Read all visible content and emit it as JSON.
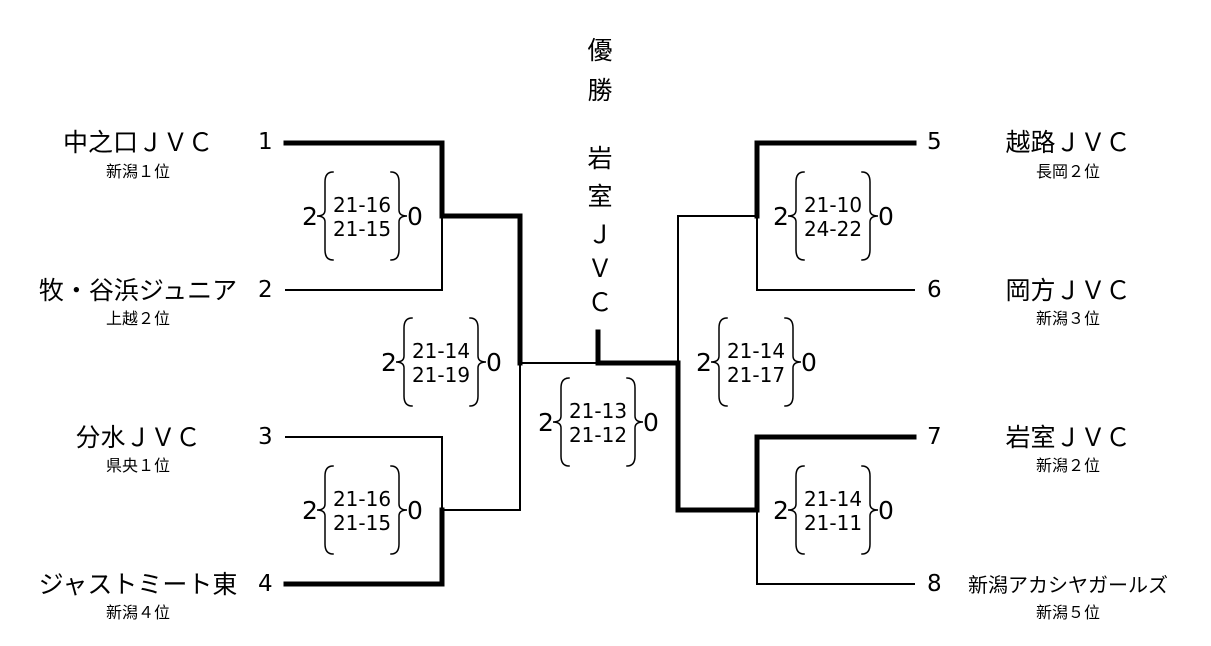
{
  "champion": {
    "label": [
      "優",
      "勝"
    ],
    "name": [
      "岩",
      "室",
      "Ｊ",
      "Ｖ",
      "Ｃ"
    ]
  },
  "teams": [
    {
      "seed": "1",
      "name": "中之口ＪＶＣ",
      "sub": "新潟１位"
    },
    {
      "seed": "2",
      "name": "牧・谷浜ジュニア",
      "sub": "上越２位"
    },
    {
      "seed": "3",
      "name": "分水ＪＶＣ",
      "sub": "県央１位"
    },
    {
      "seed": "4",
      "name": "ジャストミート東",
      "sub": "新潟４位"
    },
    {
      "seed": "5",
      "name": "越路ＪＶＣ",
      "sub": "長岡２位"
    },
    {
      "seed": "6",
      "name": "岡方ＪＶＣ",
      "sub": "新潟３位"
    },
    {
      "seed": "7",
      "name": "岩室ＪＶＣ",
      "sub": "新潟２位"
    },
    {
      "seed": "8",
      "name": "新潟アカシヤガールズ",
      "sub": "新潟５位"
    }
  ],
  "matches": [
    {
      "id": "L1",
      "winner_sets": "2",
      "loser_sets": "0",
      "sets": [
        "21-16",
        "21-15"
      ]
    },
    {
      "id": "L2",
      "winner_sets": "2",
      "loser_sets": "0",
      "sets": [
        "21-16",
        "21-15"
      ]
    },
    {
      "id": "LS",
      "winner_sets": "2",
      "loser_sets": "0",
      "sets": [
        "21-14",
        "21-19"
      ]
    },
    {
      "id": "R1",
      "winner_sets": "2",
      "loser_sets": "0",
      "sets": [
        "21-10",
        "24-22"
      ]
    },
    {
      "id": "R2",
      "winner_sets": "2",
      "loser_sets": "0",
      "sets": [
        "21-14",
        "21-11"
      ]
    },
    {
      "id": "RS",
      "winner_sets": "2",
      "loser_sets": "0",
      "sets": [
        "21-14",
        "21-17"
      ]
    },
    {
      "id": "F",
      "winner_sets": "2",
      "loser_sets": "0",
      "sets": [
        "21-13",
        "21-12"
      ]
    }
  ]
}
